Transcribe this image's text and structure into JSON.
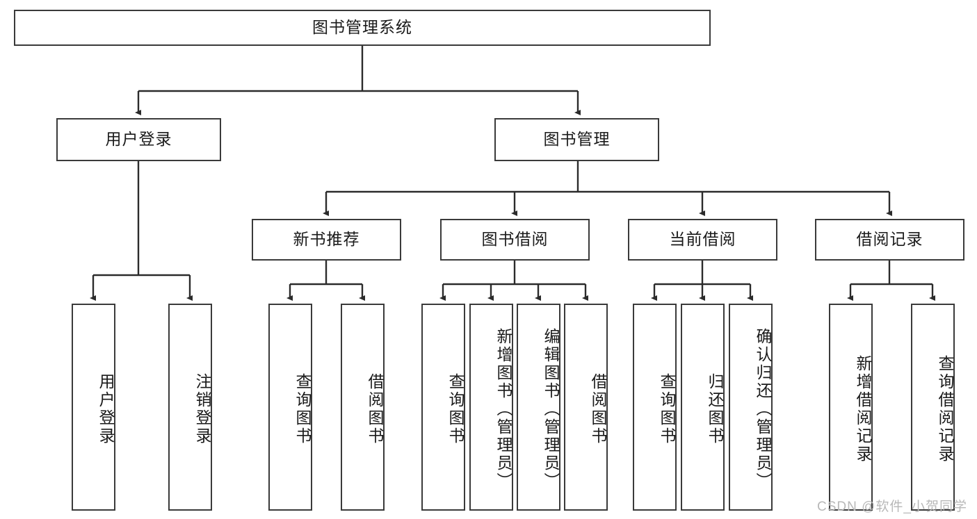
{
  "diagram": {
    "title": "图书管理系统",
    "type": "tree",
    "watermark": "CSDN @软件_小贺同学",
    "colors": {
      "box_border": "#3a3a3a",
      "box_fill": "#ffffff",
      "edge": "#2b2b2b",
      "text": "#1a1a1a",
      "watermark": "#b8b8b8",
      "background": "#ffffff"
    },
    "levels": {
      "root": "图书管理系统",
      "level2": [
        "用户登录",
        "图书管理"
      ],
      "level3": [
        "新书推荐",
        "图书借阅",
        "当前借阅",
        "借阅记录"
      ]
    },
    "nodes": {
      "root": {
        "label": "图书管理系统"
      },
      "n_user_login": {
        "label": "用户登录"
      },
      "n_book_mgmt": {
        "label": "图书管理"
      },
      "n_new_book_rec": {
        "label": "新书推荐"
      },
      "n_book_borrow": {
        "label": "图书借阅"
      },
      "n_current_borrow": {
        "label": "当前借阅"
      },
      "n_borrow_record": {
        "label": "借阅记录"
      },
      "l_user_login": {
        "label": "用户登录"
      },
      "l_user_logout": {
        "label": "注销登录"
      },
      "l_rec_query_book": {
        "label": "查询图书"
      },
      "l_rec_borrow_book": {
        "label": "借阅图书"
      },
      "l_bb_query_book": {
        "label": "查询图书"
      },
      "l_bb_add_book": {
        "label": "新增图书（管理员）"
      },
      "l_bb_edit_book": {
        "label": "编辑图书（管理员）"
      },
      "l_bb_borrow_book": {
        "label": "借阅图书"
      },
      "l_cb_query_book": {
        "label": "查询图书"
      },
      "l_cb_return_book": {
        "label": "归还图书"
      },
      "l_cb_confirm_return": {
        "label": "确认归还（管理员）"
      },
      "l_br_add_record": {
        "label": "新增借阅记录"
      },
      "l_br_query_record": {
        "label": "查询借阅记录"
      }
    },
    "edges": [
      {
        "from": "root",
        "to": "n_user_login"
      },
      {
        "from": "root",
        "to": "n_book_mgmt"
      },
      {
        "from": "n_user_login",
        "to": "l_user_login"
      },
      {
        "from": "n_user_login",
        "to": "l_user_logout"
      },
      {
        "from": "n_book_mgmt",
        "to": "n_new_book_rec"
      },
      {
        "from": "n_book_mgmt",
        "to": "n_book_borrow"
      },
      {
        "from": "n_book_mgmt",
        "to": "n_current_borrow"
      },
      {
        "from": "n_book_mgmt",
        "to": "n_borrow_record"
      },
      {
        "from": "n_new_book_rec",
        "to": "l_rec_query_book"
      },
      {
        "from": "n_new_book_rec",
        "to": "l_rec_borrow_book"
      },
      {
        "from": "n_book_borrow",
        "to": "l_bb_query_book"
      },
      {
        "from": "n_book_borrow",
        "to": "l_bb_add_book"
      },
      {
        "from": "n_book_borrow",
        "to": "l_bb_edit_book"
      },
      {
        "from": "n_book_borrow",
        "to": "l_bb_borrow_book"
      },
      {
        "from": "n_current_borrow",
        "to": "l_cb_query_book"
      },
      {
        "from": "n_current_borrow",
        "to": "l_cb_return_book"
      },
      {
        "from": "n_current_borrow",
        "to": "l_cb_confirm_return"
      },
      {
        "from": "n_borrow_record",
        "to": "l_br_add_record"
      },
      {
        "from": "n_borrow_record",
        "to": "l_br_query_record"
      }
    ]
  }
}
